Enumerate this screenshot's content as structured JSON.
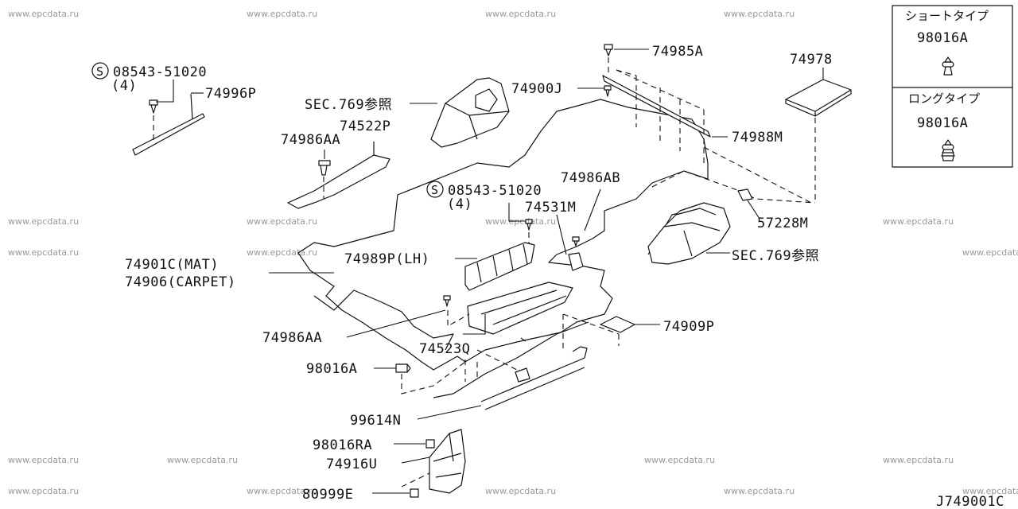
{
  "watermark": "www.epcdata.ru",
  "diagram_code": "J749001C",
  "legend": {
    "short_type_label": "ショートタイプ",
    "short_type_part": "98016A",
    "long_type_label": "ロングタイプ",
    "long_type_part": "98016A"
  },
  "labels": {
    "screw_1_part": "08543-51020",
    "screw_1_qty": "(4)",
    "p74996P": "74996P",
    "sec769_1": "SEC.769参照",
    "p74522P": "74522P",
    "p74986AA_1": "74986AA",
    "p74900J": "74900J",
    "p74985A": "74985A",
    "p74978": "74978",
    "p74988M": "74988M",
    "p74986AB": "74986AB",
    "screw_2_part": "08543-51020",
    "screw_2_qty": "(4)",
    "p74531M": "74531M",
    "p57228M": "57228M",
    "p74901C": "74901C(MAT)",
    "p74906": "74906(CARPET)",
    "p74989P": "74989P(LH)",
    "sec769_2": "SEC.769参照",
    "p74986AA_2": "74986AA",
    "p74909P": "74909P",
    "p74523Q": "74523Q",
    "p98016A": "98016A",
    "p99614N": "99614N",
    "p98016RA": "98016RA",
    "p74916U": "74916U",
    "p80999E": "80999E"
  },
  "screw_symbol": "S"
}
